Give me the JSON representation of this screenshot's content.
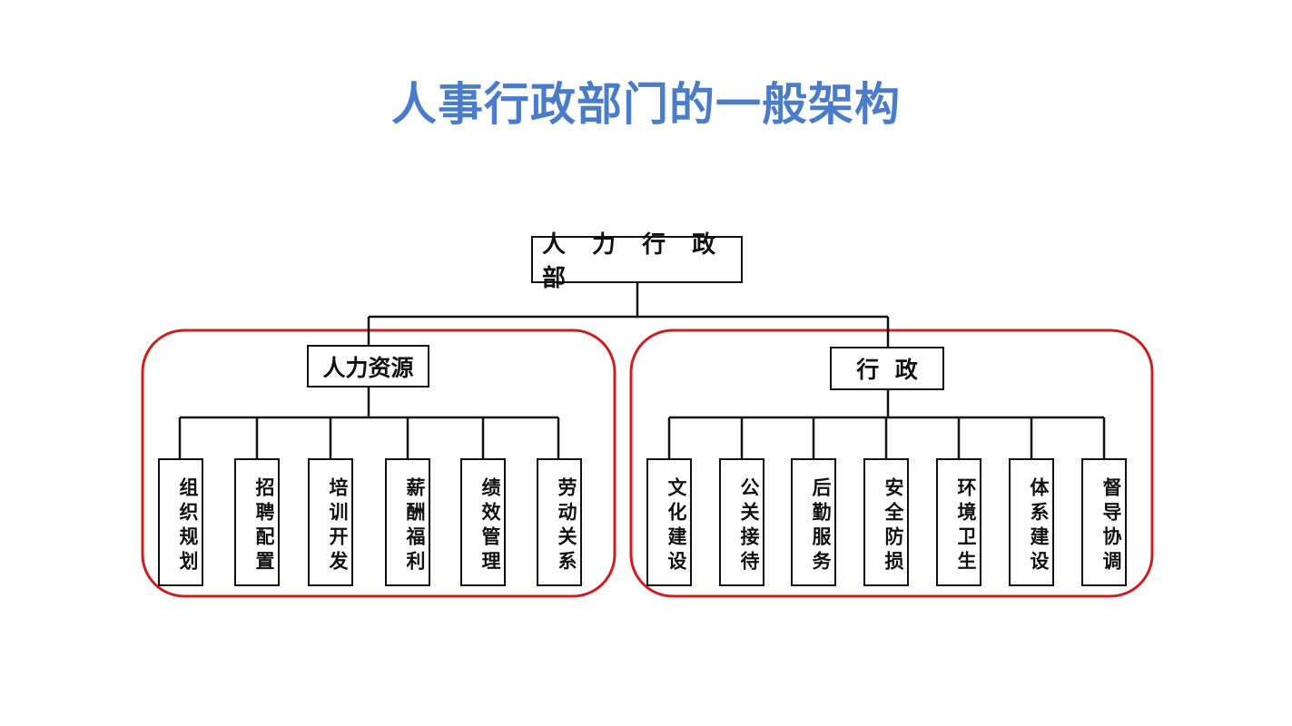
{
  "title": "人事行政部门的一般架构",
  "root": {
    "label": "人 力 行 政 部"
  },
  "groups": [
    {
      "label": "人力资源",
      "children": [
        "组织规划",
        "招聘配置",
        "培训开发",
        "薪酬福利",
        "绩效管理",
        "劳动关系"
      ]
    },
    {
      "label": "行  政",
      "children": [
        "文化建设",
        "公关接待",
        "后勤服务",
        "安全防损",
        "环境卫生",
        "体系建设",
        "督导协调"
      ]
    }
  ],
  "colors": {
    "title": "#4a7cc9",
    "group_outline": "#cc1f1f",
    "lines": "#111111"
  }
}
